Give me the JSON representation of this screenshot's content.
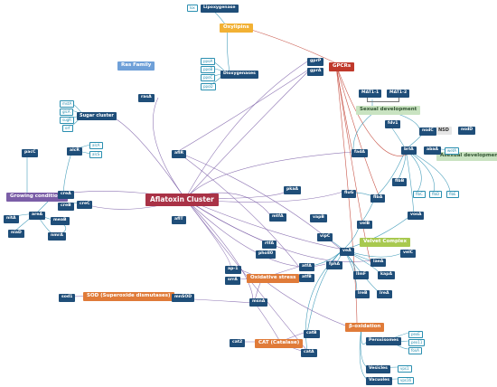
{
  "colors": {
    "edge_purple": "#7b5ea7",
    "edge_red": "#c0392b",
    "edge_blue": "#2a8fb0",
    "gene_fill": "#1f4e79"
  },
  "categories": {
    "oxylipins": "Oxylipins",
    "gpcrs": "GPCRs",
    "ras_family": "Ras Family",
    "sugar_cluster": "Sugar cluster",
    "sexual_dev": "Sexual development",
    "asexual_dev": "Asexual development",
    "growing": "Growing conditions",
    "aflatoxin": "Aflatoxin Cluster",
    "velvet": "Velvet Complex",
    "oxidative": "Oxidative stress",
    "sod": "SOD (Superoxide dismutases)",
    "cat": "CAT (Catalase)",
    "boxidation": "β-oxidation",
    "peroxisomes": "Peroxisomes",
    "vesicles": "Vesicles",
    "vacuoles": "Vacuoles",
    "dioxygenases": "Dioxygenases",
    "lipoxygenase": "Lipoxygenase",
    "nsd": "NSD"
  },
  "genes": {
    "lox": "lox",
    "ppoA": "ppoA",
    "ppoB": "ppoB",
    "ppoC": "ppoC",
    "ppoD": "ppoD",
    "gprP": "gprP",
    "gprA": "gprA",
    "rasA": "rasA",
    "mstA": "mstA",
    "glcA": "glcA",
    "sugR": "sugR",
    "orf": "orf",
    "MAT1_1": "MAT1-1",
    "MAT1_2": "MAT1-2",
    "nsdC": "nsdC",
    "nsdD": "nsdD",
    "fadA": "fadA",
    "fdv1": "fdv1",
    "brlA": "brlA",
    "abaA": "abaA",
    "wetA": "wetA",
    "fluG": "fluG",
    "flbA": "flbA",
    "flbB": "flbB",
    "flbC": "flbC",
    "flbD": "flbD",
    "flbE": "flbE",
    "pacC": "pacC",
    "alcR": "alcR",
    "alcA": "alcA",
    "alcS": "alcS",
    "creA": "creA",
    "creB": "creB",
    "creC": "creC",
    "nitA": "nitA",
    "areA": "areA",
    "meaB": "meaB",
    "niaD": "niaD",
    "nmrA": "nmrA",
    "aflR": "aflR",
    "aflT": "aflT",
    "pkaA": "pkaA",
    "mtfA": "mtfA",
    "vapB": "vapB",
    "veA": "veA",
    "velB": "velB",
    "vosA": "vosA",
    "laeA": "laeA",
    "velC": "velC",
    "vipC": "vipC",
    "rtfA": "rtfA",
    "pho80": "pho80",
    "ap1": "ap-1",
    "srrA": "srrA",
    "atfA": "atfA",
    "atfB": "atfB",
    "fphA": "fphA",
    "llmF": "llmF",
    "kapA": "kapA",
    "lreB": "lreB",
    "lreA": "lreA",
    "sod1": "sod1",
    "mnSOD": "mnSOD",
    "msnA": "msnA",
    "catB": "catB",
    "cat2": "cat2",
    "catA": "catA",
    "pexE": "pexE",
    "pex11": "pex11",
    "foxA": "foxA",
    "vps1": "vps1",
    "vps16": "vps16"
  }
}
